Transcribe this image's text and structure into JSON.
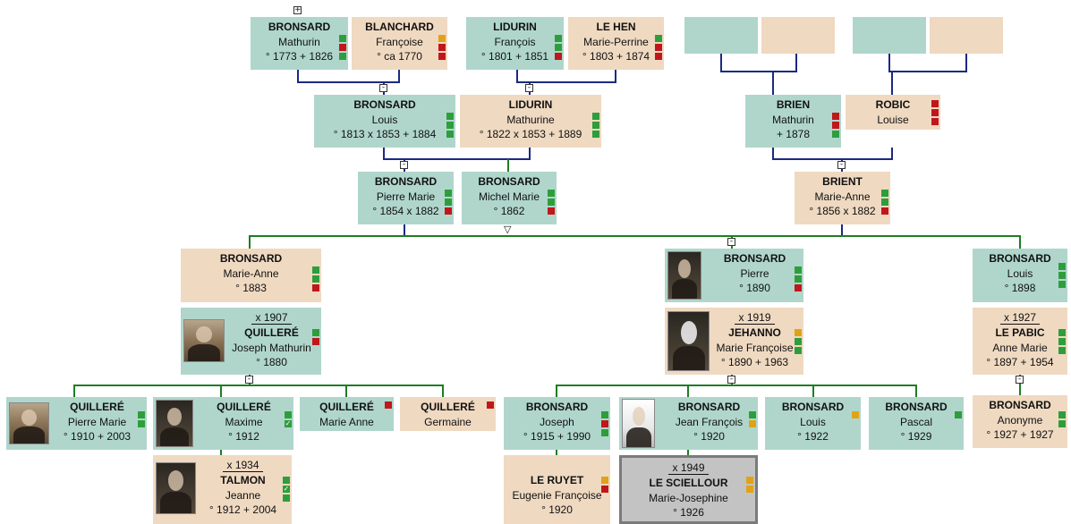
{
  "ancestors": {
    "bronsard_mathurin": {
      "surname": "BRONSARD",
      "given": "Mathurin",
      "dates": "° 1773   + 1826"
    },
    "blanchard_francoise": {
      "surname": "BLANCHARD",
      "given": "Françoise",
      "dates": "° ca 1770"
    },
    "lidurin_francois": {
      "surname": "LIDURIN",
      "given": "François",
      "dates": "° 1801   + 1851"
    },
    "lehen_marieperrine": {
      "surname": "LE HEN",
      "given": "Marie-Perrine",
      "dates": "° 1803   + 1874"
    },
    "bronsard_louis": {
      "surname": "BRONSARD",
      "given": "Louis",
      "dates": "° 1813   x 1853   + 1884"
    },
    "lidurin_mathurine": {
      "surname": "LIDURIN",
      "given": "Mathurine",
      "dates": "° 1822   x 1853   + 1889"
    },
    "brien_mathurin": {
      "surname": "BRIEN",
      "given": "Mathurin",
      "dates": "+ 1878"
    },
    "robic_louise": {
      "surname": "ROBIC",
      "given": "Louise"
    }
  },
  "parents": {
    "bronsard_pierremarie": {
      "surname": "BRONSARD",
      "given": "Pierre Marie",
      "dates": "° 1854   x 1882"
    },
    "bronsard_michelmarie": {
      "surname": "BRONSARD",
      "given": "Michel Marie",
      "dates": "° 1862"
    },
    "brient_marieanne": {
      "surname": "BRIENT",
      "given": "Marie-Anne",
      "dates": "° 1856   x 1882"
    }
  },
  "children": {
    "bronsard_marieanne": {
      "surname": "BRONSARD",
      "given": "Marie-Anne",
      "dates": "° 1883"
    },
    "quillere_josephmathurin": {
      "marriage": "x 1907",
      "surname": "QUILLERÉ",
      "given": "Joseph Mathurin",
      "dates": "° 1880"
    },
    "bronsard_pierre": {
      "surname": "BRONSARD",
      "given": "Pierre",
      "dates": "° 1890"
    },
    "jehanno_mariefrancoise": {
      "marriage": "x 1919",
      "surname": "JEHANNO",
      "given": "Marie Françoise",
      "dates": "° 1890   + 1963"
    },
    "bronsard_louis2": {
      "surname": "BRONSARD",
      "given": "Louis",
      "dates": "° 1898"
    },
    "lepabic_annemarie": {
      "marriage": "x 1927",
      "surname": "LE PABIC",
      "given": "Anne Marie",
      "dates": "° 1897   + 1954"
    }
  },
  "grandchildren": {
    "quillere_pierremarie": {
      "surname": "QUILLERÉ",
      "given": "Pierre Marie",
      "dates": "° 1910   + 2003"
    },
    "quillere_maxime": {
      "surname": "QUILLERÉ",
      "given": "Maxime",
      "dates": "° 1912"
    },
    "quillere_marieanne": {
      "surname": "QUILLERÉ",
      "given": "Marie Anne"
    },
    "quillere_germaine": {
      "surname": "QUILLERÉ",
      "given": "Germaine"
    },
    "talmon_jeanne": {
      "marriage": "x 1934",
      "surname": "TALMON",
      "given": "Jeanne",
      "dates": "° 1912   + 2004"
    },
    "bronsard_joseph": {
      "surname": "BRONSARD",
      "given": "Joseph",
      "dates": "° 1915   + 1990"
    },
    "leruyet_eugenie": {
      "surname": "LE RUYET",
      "given": "Eugenie Françoise",
      "dates": "° 1920"
    },
    "bronsard_jeanfrancois": {
      "surname": "BRONSARD",
      "given": "Jean François",
      "dates": "° 1920"
    },
    "lesciellour_mariejosephine": {
      "marriage": "x 1949",
      "surname": "LE SCIELLOUR",
      "given": "Marie-Josephine",
      "dates": "° 1926"
    },
    "bronsard_louis3": {
      "surname": "BRONSARD",
      "given": "Louis",
      "dates": "° 1922"
    },
    "bronsard_pascal": {
      "surname": "BRONSARD",
      "given": "Pascal",
      "dates": "° 1929"
    },
    "bronsard_anonyme": {
      "surname": "BRONSARD",
      "given": "Anonyme",
      "dates": "° 1927   + 1927"
    }
  },
  "colors": {
    "male_box": "#b0d6cc",
    "female_box": "#efd9c1",
    "selected_box": "#c3c3c3",
    "line_ancestor": "#1a2a80",
    "line_descendant": "#1e7d24",
    "flag_green": "#2e9e3c",
    "flag_red": "#c0171c",
    "flag_yellow": "#e0a318"
  },
  "icons": [
    "expand-toggle-icon",
    "collapse-toggle-icon",
    "down-triangle-icon",
    "portrait-photo",
    "status-flag-icon",
    "checked-flag-icon"
  ]
}
